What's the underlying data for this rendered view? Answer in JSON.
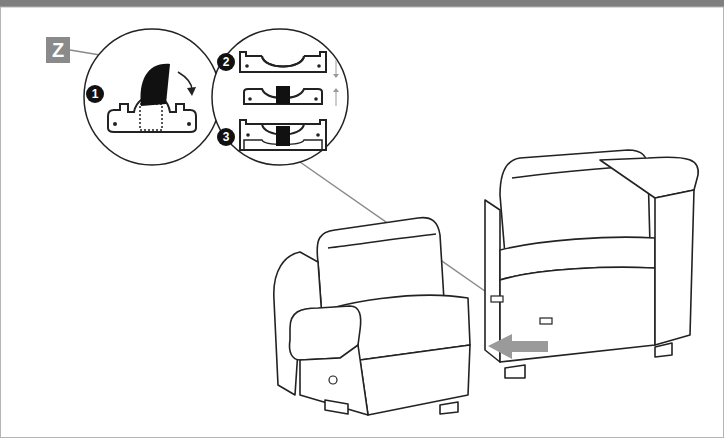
{
  "diagram": {
    "nodes": [
      {
        "text": [
          "Z"
        ]
      }
    ],
    "labels": [
      "1",
      "2",
      "3"
    ]
  }
}
